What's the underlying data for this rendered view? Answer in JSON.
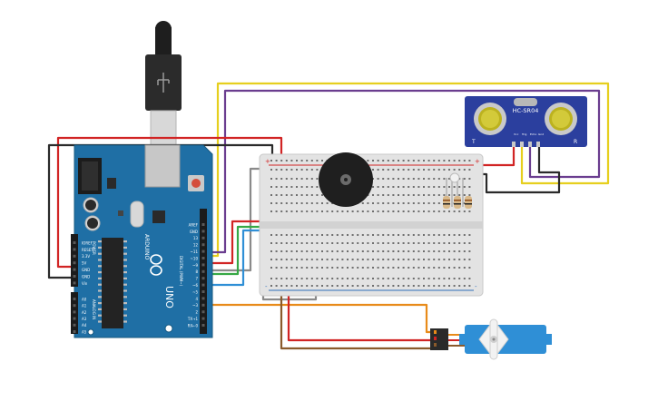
{
  "arduino": {
    "brand": "ARDUINO",
    "model": "UNO",
    "power_label": "POWER",
    "analog_label": "ANALOG IN",
    "digital_label": "DIGITAL (PWM~)",
    "power_pins": [
      "IOREF",
      "RESET",
      "3.3V",
      "5V",
      "GND",
      "GND",
      "Vin"
    ],
    "analog_pins": [
      "A0",
      "A1",
      "A2",
      "A3",
      "A4",
      "A5"
    ],
    "digital_pins": [
      "AREF",
      "GND",
      "13",
      "12",
      "~11",
      "~10",
      "~9",
      "8",
      "7",
      "~6",
      "~5",
      "4",
      "~3",
      "2",
      "TX→1",
      "RX←0"
    ]
  },
  "sensor": {
    "name": "HC-SR04",
    "left_mark": "T",
    "right_mark": "R",
    "pins": [
      "Vcc",
      "Trig",
      "Echo",
      "Gnd"
    ]
  },
  "breadboard": {
    "plus": "+",
    "minus": "-"
  },
  "colors": {
    "red": "#d12424",
    "black": "#2a2a2a",
    "yellow": "#e6cf1e",
    "purple": "#6a3d8f",
    "green": "#36a845",
    "blue": "#2f8fd6",
    "orange": "#e88b1a",
    "brown": "#8a5a2b",
    "gray": "#8a8a8a",
    "board_blue": "#1f6fa5",
    "sensor_blue": "#2b3f9e"
  }
}
